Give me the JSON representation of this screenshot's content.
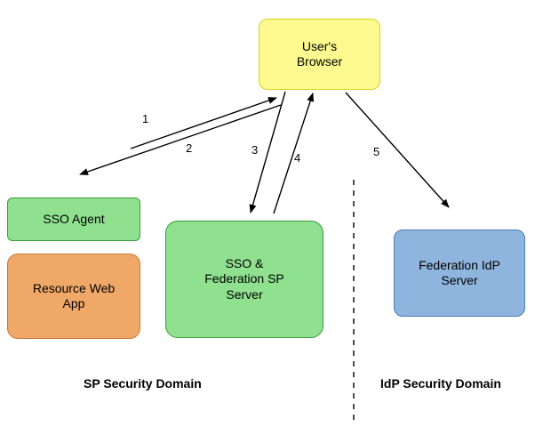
{
  "diagram": {
    "type": "flow",
    "title": "",
    "nodes": [
      {
        "id": "browser",
        "label": "User's\nBrowser",
        "color": "#fdfb8f"
      },
      {
        "id": "sso_agent",
        "label": "SSO Agent",
        "color": "#8fe08f"
      },
      {
        "id": "resource_web_app",
        "label": "Resource Web\nApp",
        "color": "#f0a868"
      },
      {
        "id": "sp_server",
        "label": "SSO &\nFederation SP\nServer",
        "color": "#8fe08f"
      },
      {
        "id": "idp_server",
        "label": "Federation IdP\nServer",
        "color": "#8fb4dd"
      }
    ],
    "arrow_labels": [
      {
        "id": "1",
        "text": "1"
      },
      {
        "id": "2",
        "text": "2"
      },
      {
        "id": "3",
        "text": "3"
      },
      {
        "id": "4",
        "text": "4"
      },
      {
        "id": "5",
        "text": "5"
      }
    ],
    "domains": [
      {
        "id": "sp",
        "label": "SP Security Domain"
      },
      {
        "id": "idp",
        "label": "IdP Security Domain"
      }
    ]
  }
}
